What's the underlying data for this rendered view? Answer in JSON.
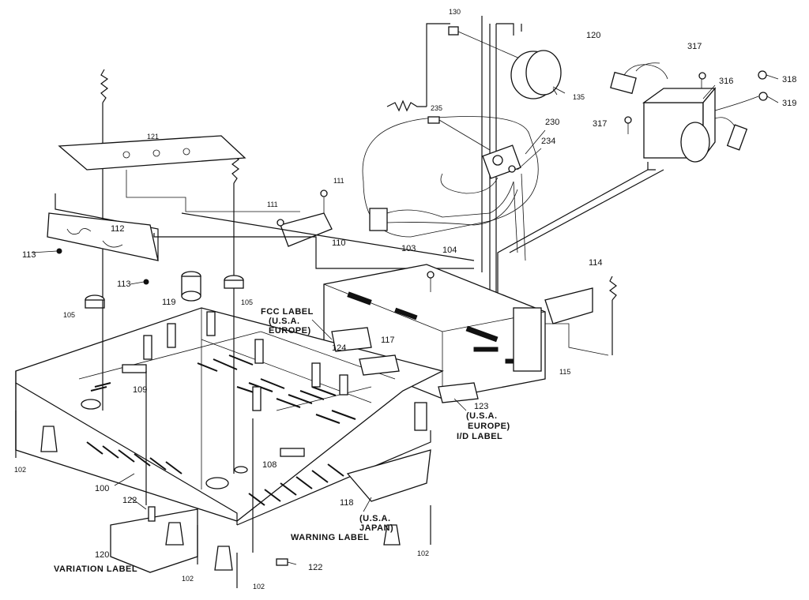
{
  "parts": {
    "p100": "100",
    "p102a": "102",
    "p102b": "102",
    "p102c": "102",
    "p102d": "102",
    "p103": "103",
    "p104": "104",
    "p105a": "105",
    "p105b": "105",
    "p109": "109",
    "p110": "110",
    "p111a": "111",
    "p111b": "111",
    "p112": "112",
    "p113a": "113",
    "p113b": "113",
    "p114": "114",
    "p115": "115",
    "p117": "117",
    "p118": "118",
    "p119": "119",
    "p120": "120",
    "p120b": "120",
    "p121": "121",
    "p122a": "122",
    "p122b": "122",
    "p123": "123",
    "p124": "124",
    "p130": "130",
    "p135": "135",
    "p230": "230",
    "p234": "234",
    "p235": "235",
    "p316": "316",
    "p317a": "317",
    "p317b": "317",
    "p318": "318",
    "p319": "319",
    "p108": "108"
  },
  "labels": {
    "fcc_label": "FCC LABEL",
    "fcc_usa": "(U.S.A.",
    "fcc_europe": "EUROPE)",
    "id_usa": "(U.S.A.",
    "id_europe": "EUROPE)",
    "id_label": "I/D LABEL",
    "warn_usa": "(U.S.A.",
    "warn_japan": "JAPAN)",
    "warning_label": "WARNING LABEL",
    "variation_label": "VARIATION LABEL"
  }
}
